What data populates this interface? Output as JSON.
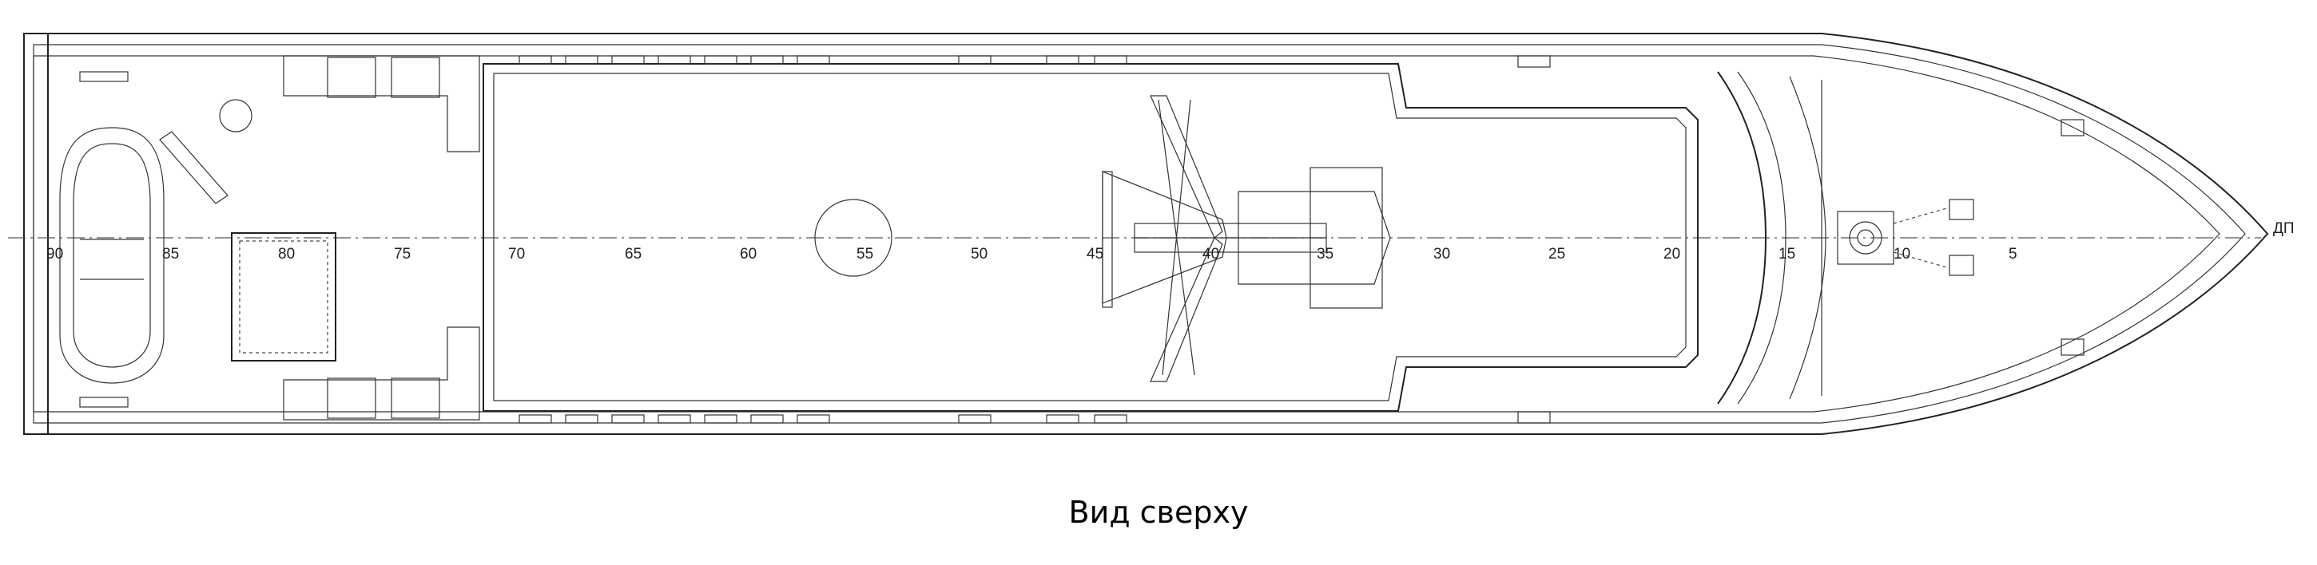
{
  "caption": "Вид сверху",
  "centerline_label": "ДП",
  "frame_labels": [
    "90",
    "85",
    "80",
    "75",
    "70",
    "65",
    "60",
    "55",
    "50",
    "45",
    "40",
    "35",
    "30",
    "25",
    "20",
    "15",
    "10",
    "5"
  ]
}
